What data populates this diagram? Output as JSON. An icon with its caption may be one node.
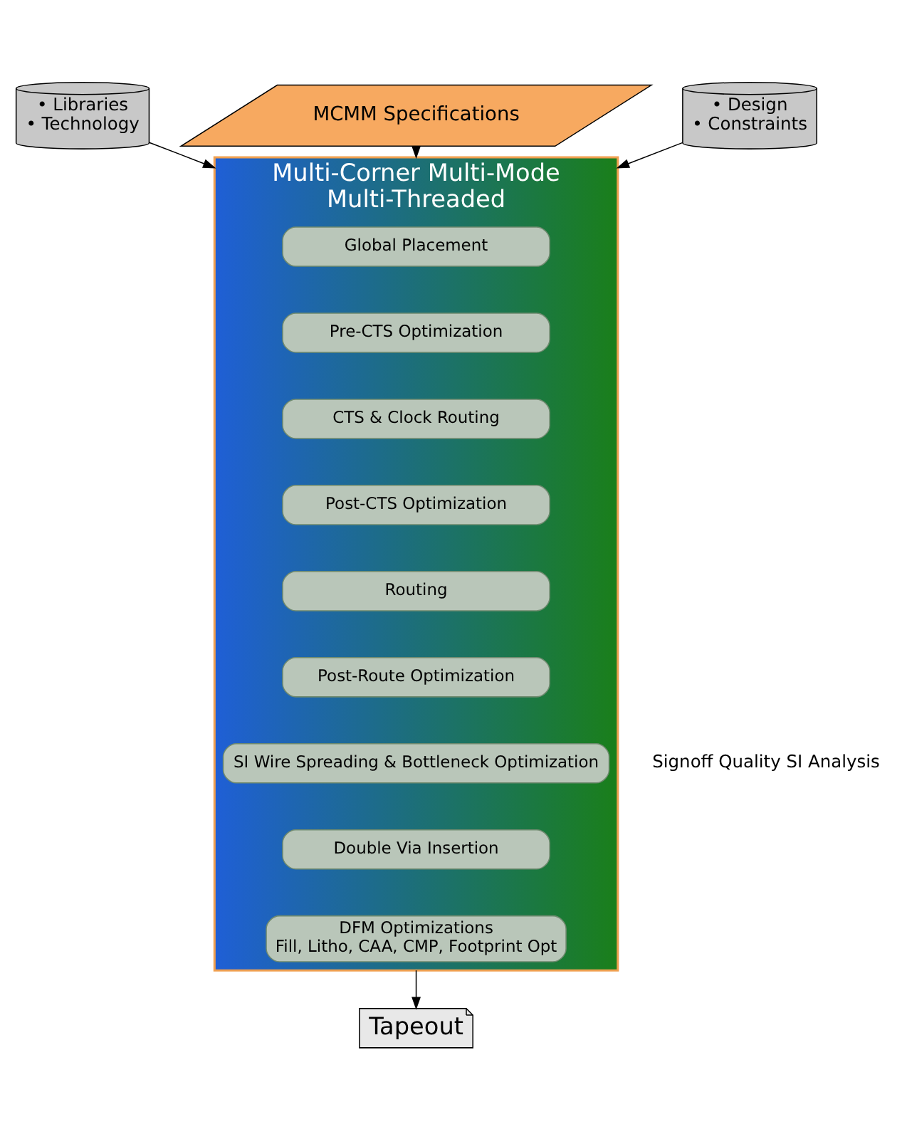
{
  "diagram": {
    "nodes": [
      {
        "text": [
          "• Libraries",
          "• Technology"
        ]
      },
      {
        "text": [
          "MCMM Specifications"
        ]
      },
      {
        "text": [
          "• Design",
          "• Constraints"
        ]
      },
      {
        "text": [
          "Multi-Corner Multi-Mode",
          "Multi-Threaded"
        ]
      },
      {
        "text": [
          "Global Placement"
        ],
        "in": 3
      },
      {
        "text": [
          "Pre-CTS Optimization"
        ],
        "in": 3
      },
      {
        "text": [
          "CTS & Clock Routing"
        ],
        "in": 3
      },
      {
        "text": [
          "Post-CTS Optimization"
        ],
        "in": 3
      },
      {
        "text": [
          "Routing"
        ],
        "in": 3
      },
      {
        "text": [
          "Post-Route Optimization"
        ],
        "in": 3
      },
      {
        "text": [
          "SI Wire Spreading & Bottleneck Optimization"
        ],
        "in": 3
      },
      {
        "text": [
          "Double Via Insertion"
        ],
        "in": 3
      },
      {
        "text": [
          "DFM Optimizations",
          "Fill, Litho, CAA, CMP, Footprint Opt"
        ],
        "in": 3
      },
      {
        "text": [
          "Tapeout"
        ]
      }
    ],
    "edges": [
      {
        "from": 0,
        "to": 3,
        "arrow": "to"
      },
      {
        "from": 1,
        "to": 3,
        "arrow": "to"
      },
      {
        "from": 2,
        "to": 3,
        "arrow": "to"
      },
      {
        "from": 3,
        "to": 13,
        "arrow": "to"
      }
    ],
    "labels": [
      "Signoff Quality SI Analysis"
    ]
  }
}
